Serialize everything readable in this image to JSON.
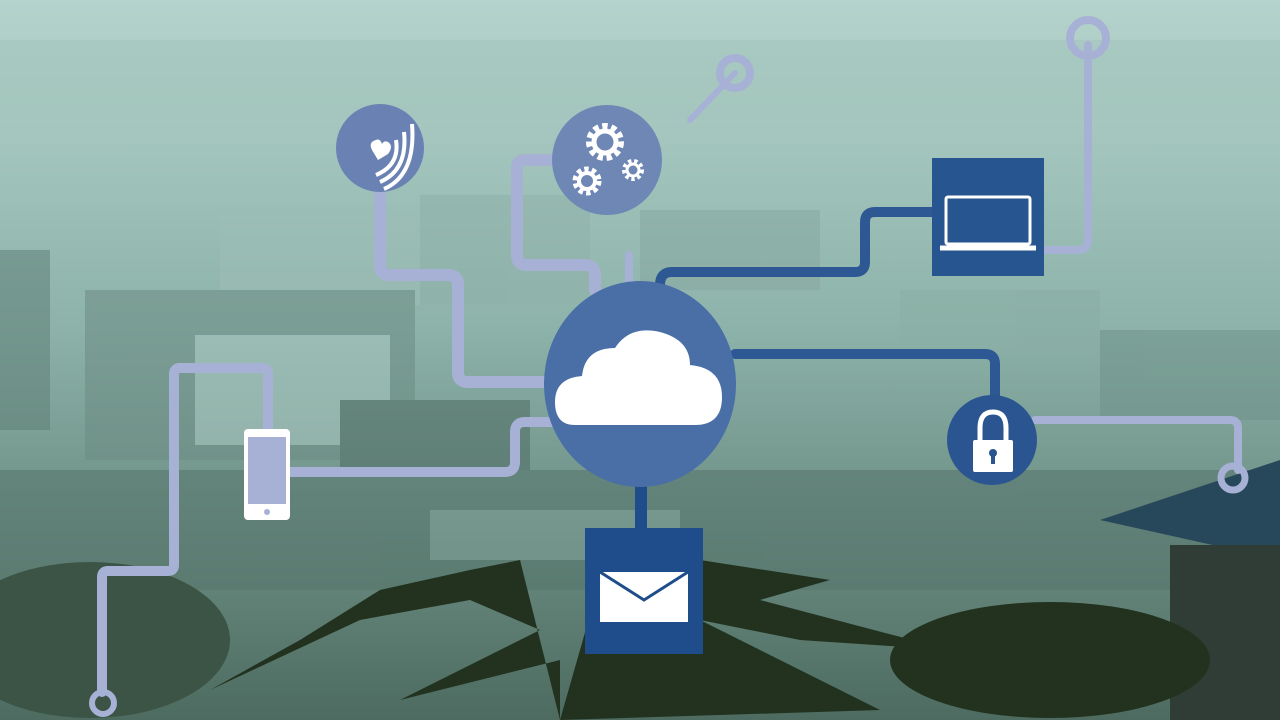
{
  "scene": {
    "description_tags": [
      "misty-city-skyline",
      "palm-tree",
      "cloud-network-overlay"
    ],
    "colors": {
      "sky_top": "#b4d3cc",
      "haze_mid": "#8db3aa",
      "ground_dark": "#3f5a50",
      "foliage": "#1f2e22",
      "line_light": "#a7b1d6",
      "line_dark": "#2d5893",
      "cloud_hub": "#4a6ea6",
      "email_box": "#1f4d8b",
      "laptop_box": "#27558f",
      "lock_circle": "#2a5591",
      "wifi_circle": "#6a82b3",
      "gear_circle": "#6f87b5",
      "icon_white": "#ffffff"
    },
    "icons": [
      "cloud-icon",
      "wifi-icon",
      "gears-icon",
      "laptop-icon",
      "lock-icon",
      "smartphone-icon",
      "email-icon"
    ]
  }
}
